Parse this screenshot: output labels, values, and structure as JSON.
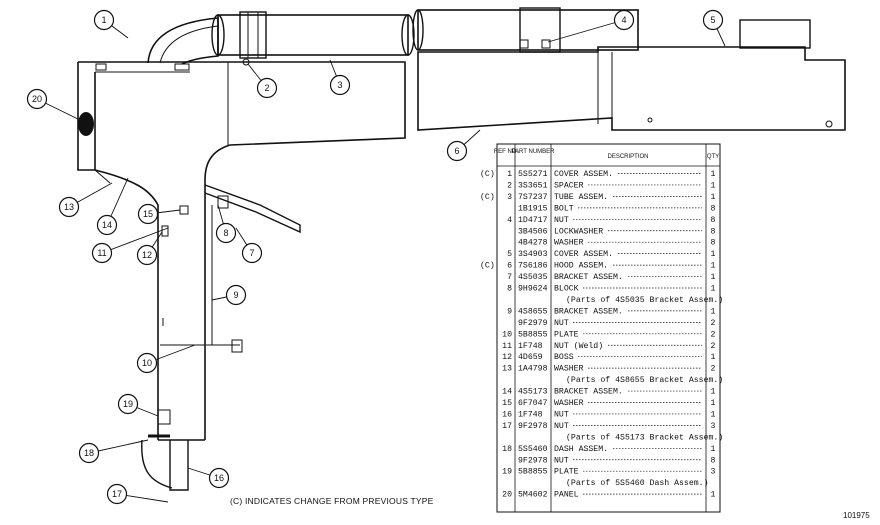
{
  "callouts": [
    {
      "n": "1"
    },
    {
      "n": "2"
    },
    {
      "n": "3"
    },
    {
      "n": "4"
    },
    {
      "n": "5"
    },
    {
      "n": "6"
    },
    {
      "n": "7"
    },
    {
      "n": "8"
    },
    {
      "n": "9"
    },
    {
      "n": "10"
    },
    {
      "n": "11"
    },
    {
      "n": "12"
    },
    {
      "n": "13"
    },
    {
      "n": "14"
    },
    {
      "n": "15"
    },
    {
      "n": "16"
    },
    {
      "n": "17"
    },
    {
      "n": "18"
    },
    {
      "n": "19"
    },
    {
      "n": "20"
    }
  ],
  "table": {
    "headers": {
      "ref_no": "REF NO.",
      "part_number": "PART NUMBER",
      "description": "DESCRIPTION",
      "qty": "QTY"
    },
    "rows": [
      {
        "change": "(C)",
        "ref": "1",
        "part": "5S5271",
        "desc": "COVER ASSEM.",
        "qty": "1"
      },
      {
        "change": "",
        "ref": "2",
        "part": "3S3651",
        "desc": "SPACER",
        "qty": "1"
      },
      {
        "change": "(C)",
        "ref": "3",
        "part": "7S7237",
        "desc": "TUBE ASSEM.",
        "qty": "1"
      },
      {
        "change": "",
        "ref": "",
        "part": "1B1915",
        "desc": "BOLT",
        "qty": "8"
      },
      {
        "change": "",
        "ref": "4",
        "part": "1D4717",
        "desc": "NUT",
        "qty": "8"
      },
      {
        "change": "",
        "ref": "",
        "part": "3B4506",
        "desc": "LOCKWASHER",
        "qty": "8"
      },
      {
        "change": "",
        "ref": "",
        "part": "4B4278",
        "desc": "WASHER",
        "qty": "8"
      },
      {
        "change": "",
        "ref": "5",
        "part": "3S4903",
        "desc": "COVER ASSEM.",
        "qty": "1"
      },
      {
        "change": "(C)",
        "ref": "6",
        "part": "7S6186",
        "desc": "HOOD ASSEM.",
        "qty": "1"
      },
      {
        "change": "",
        "ref": "7",
        "part": "4S5035",
        "desc": "BRACKET ASSEM.",
        "qty": "1"
      },
      {
        "change": "",
        "ref": "8",
        "part": "9H9624",
        "desc": "BLOCK",
        "qty": "1"
      },
      {
        "change": "",
        "ref": "",
        "part": "",
        "desc": "(Parts of 4S5035 Bracket Assem.)",
        "qty": ""
      },
      {
        "change": "",
        "ref": "9",
        "part": "4S8655",
        "desc": "BRACKET ASSEM.",
        "qty": "1"
      },
      {
        "change": "",
        "ref": "",
        "part": "9F2979",
        "desc": "NUT",
        "qty": "2"
      },
      {
        "change": "",
        "ref": "10",
        "part": "5B8855",
        "desc": "PLATE",
        "qty": "2"
      },
      {
        "change": "",
        "ref": "11",
        "part": "1F748",
        "desc": "NUT (Weld)",
        "qty": "2"
      },
      {
        "change": "",
        "ref": "12",
        "part": "4D659",
        "desc": "BOSS",
        "qty": "1"
      },
      {
        "change": "",
        "ref": "13",
        "part": "1A4798",
        "desc": "WASHER",
        "qty": "2"
      },
      {
        "change": "",
        "ref": "",
        "part": "",
        "desc": "(Parts of 4S8655 Bracket Assem.)",
        "qty": ""
      },
      {
        "change": "",
        "ref": "14",
        "part": "4S5173",
        "desc": "BRACKET ASSEM.",
        "qty": "1"
      },
      {
        "change": "",
        "ref": "15",
        "part": "6F7047",
        "desc": "WASHER",
        "qty": "1"
      },
      {
        "change": "",
        "ref": "16",
        "part": "1F748",
        "desc": "NUT",
        "qty": "1"
      },
      {
        "change": "",
        "ref": "17",
        "part": "9F2978",
        "desc": "NUT",
        "qty": "3"
      },
      {
        "change": "",
        "ref": "",
        "part": "",
        "desc": "(Parts of 4S5173 Bracket Assem.)",
        "qty": ""
      },
      {
        "change": "",
        "ref": "18",
        "part": "5S5460",
        "desc": "DASH ASSEM.",
        "qty": "1"
      },
      {
        "change": "",
        "ref": "",
        "part": "9F2978",
        "desc": "NUT",
        "qty": "8"
      },
      {
        "change": "",
        "ref": "19",
        "part": "5B8855",
        "desc": "PLATE",
        "qty": "3"
      },
      {
        "change": "",
        "ref": "",
        "part": "",
        "desc": "(Parts of 5S5460 Dash Assem.)",
        "qty": ""
      },
      {
        "change": "",
        "ref": "20",
        "part": "5M4602",
        "desc": "PANEL",
        "qty": "1"
      }
    ]
  },
  "footnote": "(C) INDICATES CHANGE FROM PREVIOUS TYPE",
  "figure_id": "101975"
}
